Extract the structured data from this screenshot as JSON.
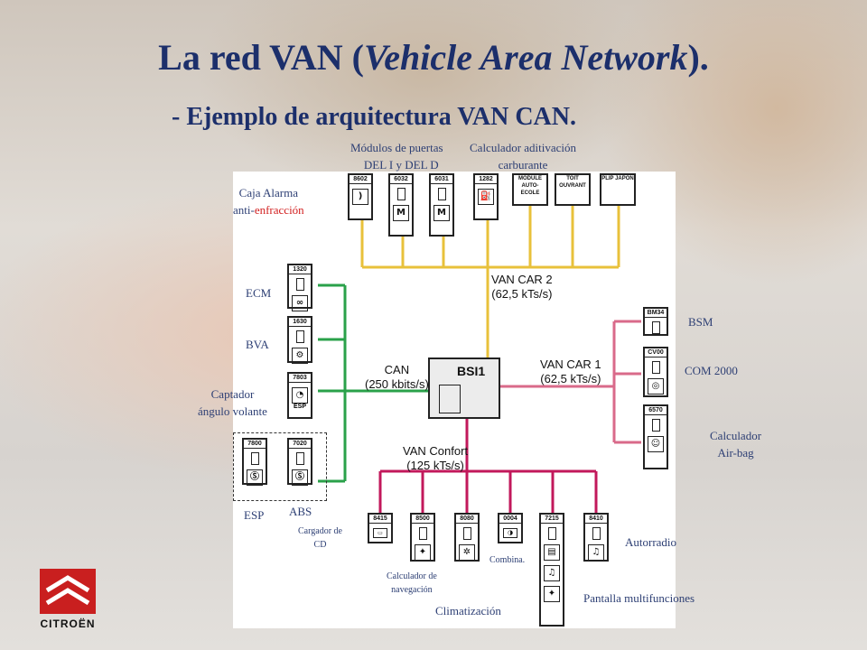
{
  "slide": {
    "title_main": "La red VAN (",
    "title_italic": "Vehicle Area Network",
    "title_end": ").",
    "subtitle": "- Ejemplo de arquitectura VAN CAN."
  },
  "colors": {
    "title": "#1c2f6b",
    "label": "#2d3f74",
    "bus_car2": "#e8c13b",
    "bus_can": "#2aa14a",
    "bus_car1": "#d96a8a",
    "bus_confort": "#c2185b"
  },
  "labels": {
    "modulos_puertas": "Módulos de puertas",
    "del_i_d": "DEL I y DEL D",
    "calculador_aditivacion": "Calculador aditivación",
    "carburante": "carburante",
    "caja_alarma": "Caja Alarma",
    "anti_a": "anti-",
    "anti_b": "enfracción",
    "ecm": "ECM",
    "bva": "BVA",
    "captador_1": "Captador",
    "captador_2": "ángulo volante",
    "esp": "ESP",
    "abs": "ABS",
    "cargador_1": "Cargador de",
    "cargador_2": "CD",
    "calc_nav_1": "Calculador de",
    "calc_nav_2": "navegación",
    "combina": "Combina.",
    "climatizacion": "Climatización",
    "autorradio": "Autorradio",
    "pantalla": "Pantalla multifunciones",
    "bsm": "BSM",
    "com2000": "COM 2000",
    "airbag_1": "Calculador",
    "airbag_2": "Air-bag"
  },
  "buses": {
    "car2_name": "VAN CAR 2",
    "car2_speed": "(62,5 kTs/s)",
    "can_name": "CAN",
    "can_speed": "(250 kbits/s)",
    "car1_name": "VAN CAR 1",
    "car1_speed": "(62,5 kTs/s)",
    "confort_name": "VAN Confort",
    "confort_speed": "(125 kTs/s)"
  },
  "central": {
    "name": "BSI1"
  },
  "modules": {
    "top": [
      "8602",
      "6032",
      "6031",
      "1282",
      "MODULE AUTO-ECOLE",
      "TOIT OUVRANT",
      "PLIP JAPON"
    ],
    "left": [
      "1320",
      "1630",
      "7803",
      "7800",
      "7020"
    ],
    "right": [
      "BM34",
      "CV00",
      "6570"
    ],
    "bottom": [
      "8415",
      "8500",
      "8080",
      "0004",
      "7215",
      "8410"
    ]
  },
  "icons": {
    "door": "M",
    "fuel": "⛽",
    "ecm": "∞",
    "esp": "ESP",
    "music": "♫",
    "fan": "✲",
    "nav": "✦"
  },
  "brand": {
    "name": "CITROËN"
  }
}
